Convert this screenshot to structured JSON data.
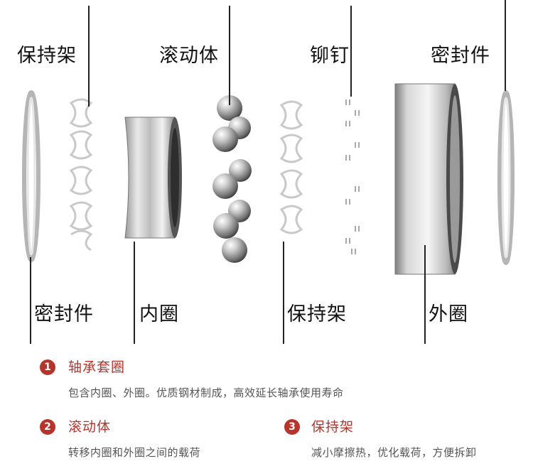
{
  "top_labels": {
    "cage": "保持架",
    "rolling": "滚动体",
    "rivet": "铆钉",
    "seal": "密封件"
  },
  "bottom_labels": {
    "seal": "密封件",
    "inner_ring": "内圈",
    "cage": "保持架",
    "outer_ring": "外圈"
  },
  "descriptions": [
    {
      "num": "1",
      "title": "轴承套圈",
      "text": "包含内圈、外圈。优质钢材制成，高效延长轴承使用寿命"
    },
    {
      "num": "2",
      "title": "滚动体",
      "text": "转移内圈和外圈之间的载荷"
    },
    {
      "num": "3",
      "title": "保持架",
      "text": "减小摩擦热，优化载荷，方便拆卸"
    }
  ],
  "colors": {
    "accent": "#b8342a",
    "text_gray": "#555555"
  }
}
